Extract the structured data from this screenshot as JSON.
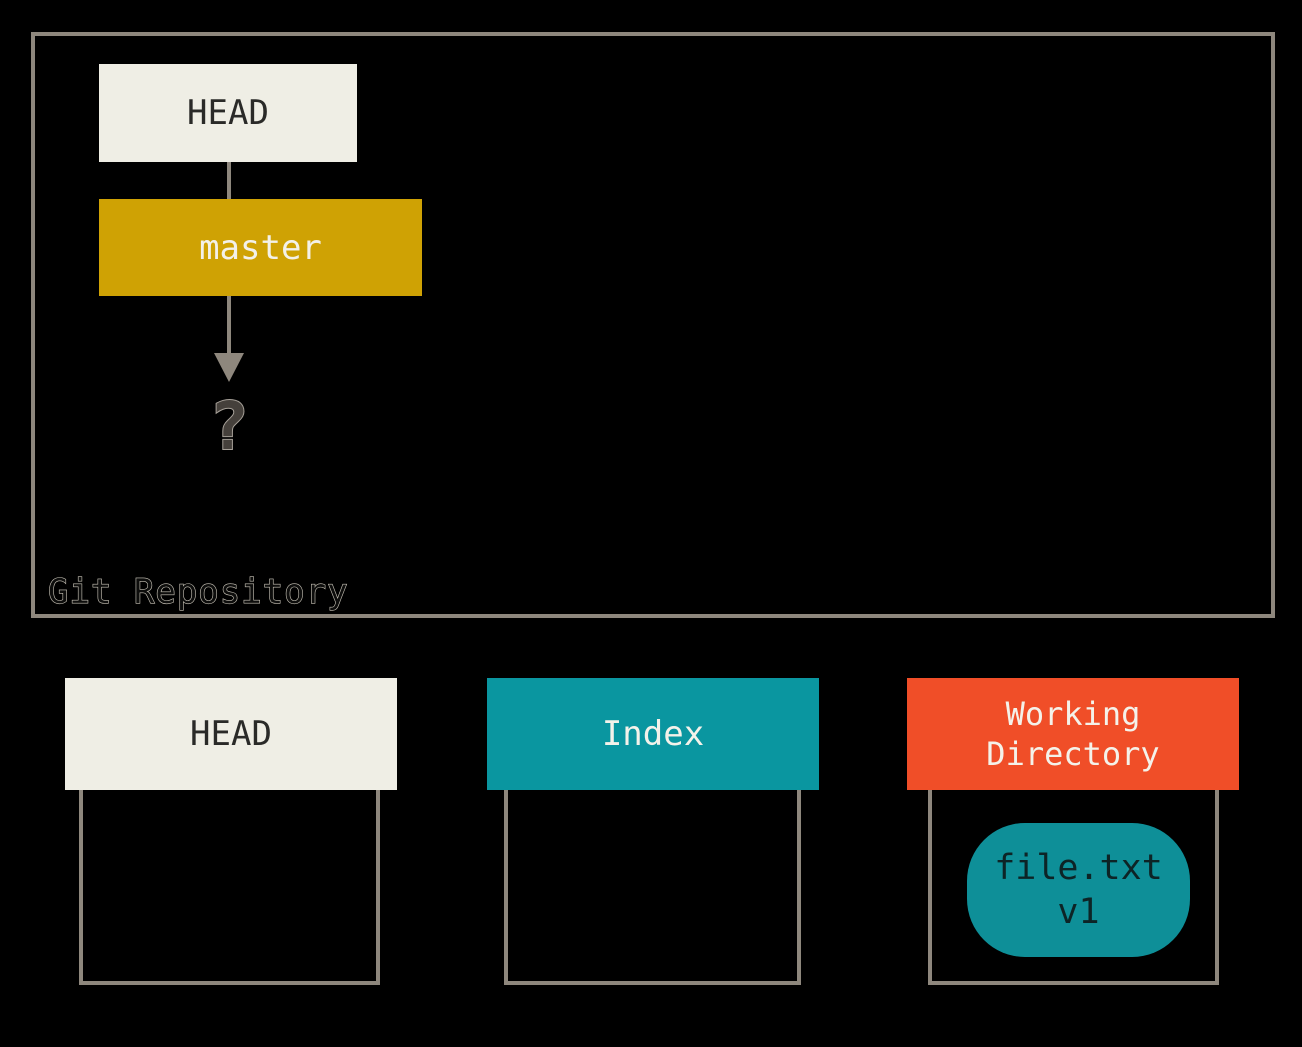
{
  "colors": {
    "background": "#000000",
    "line_gray": "#8E877D",
    "cream": "#EFEEE5",
    "cream_text": "#2A2A28",
    "gold": "#CFA204",
    "gold_text": "#F3F1E9",
    "teal": "#0A96A0",
    "teal_dark": "#0E8F98",
    "orange": "#F04E28",
    "white_text": "#F4F2EA",
    "pill_text": "#0D2426",
    "outline_light": "#C9C4B8",
    "question_fill": "#45403B",
    "question_stroke": "#A6A098"
  },
  "repository": {
    "label": "Git Repository",
    "head": "HEAD",
    "branch": "master",
    "pointer_unknown": "?"
  },
  "columns": {
    "head": {
      "label": "HEAD"
    },
    "index": {
      "label": "Index"
    },
    "working_directory": {
      "label_lines": [
        "Working",
        "Directory"
      ],
      "file_lines": [
        "file.txt",
        "v1"
      ]
    }
  }
}
